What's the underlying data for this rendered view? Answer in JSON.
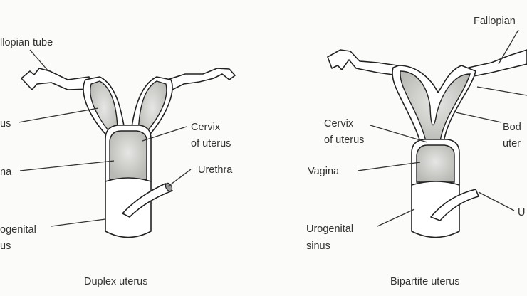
{
  "duplex": {
    "caption": "Duplex uterus",
    "labels": {
      "fallopian_tube": "llopian tube",
      "uterus": "us",
      "vagina": "na",
      "urogenital_1": "ogenital",
      "urogenital_2": "us",
      "cervix_1": "Cervix",
      "cervix_2": "of uterus",
      "urethra": "Urethra"
    }
  },
  "bipartite": {
    "caption": "Bipartite uterus",
    "labels": {
      "fallopian_tube": "Fallopian",
      "cervix_1": "Cervix",
      "cervix_2": "of uterus",
      "body_1": "Bod",
      "body_2": "uter",
      "vagina": "Vagina",
      "urethra": "U",
      "urogenital_1": "Urogenital",
      "urogenital_2": "sinus"
    }
  }
}
